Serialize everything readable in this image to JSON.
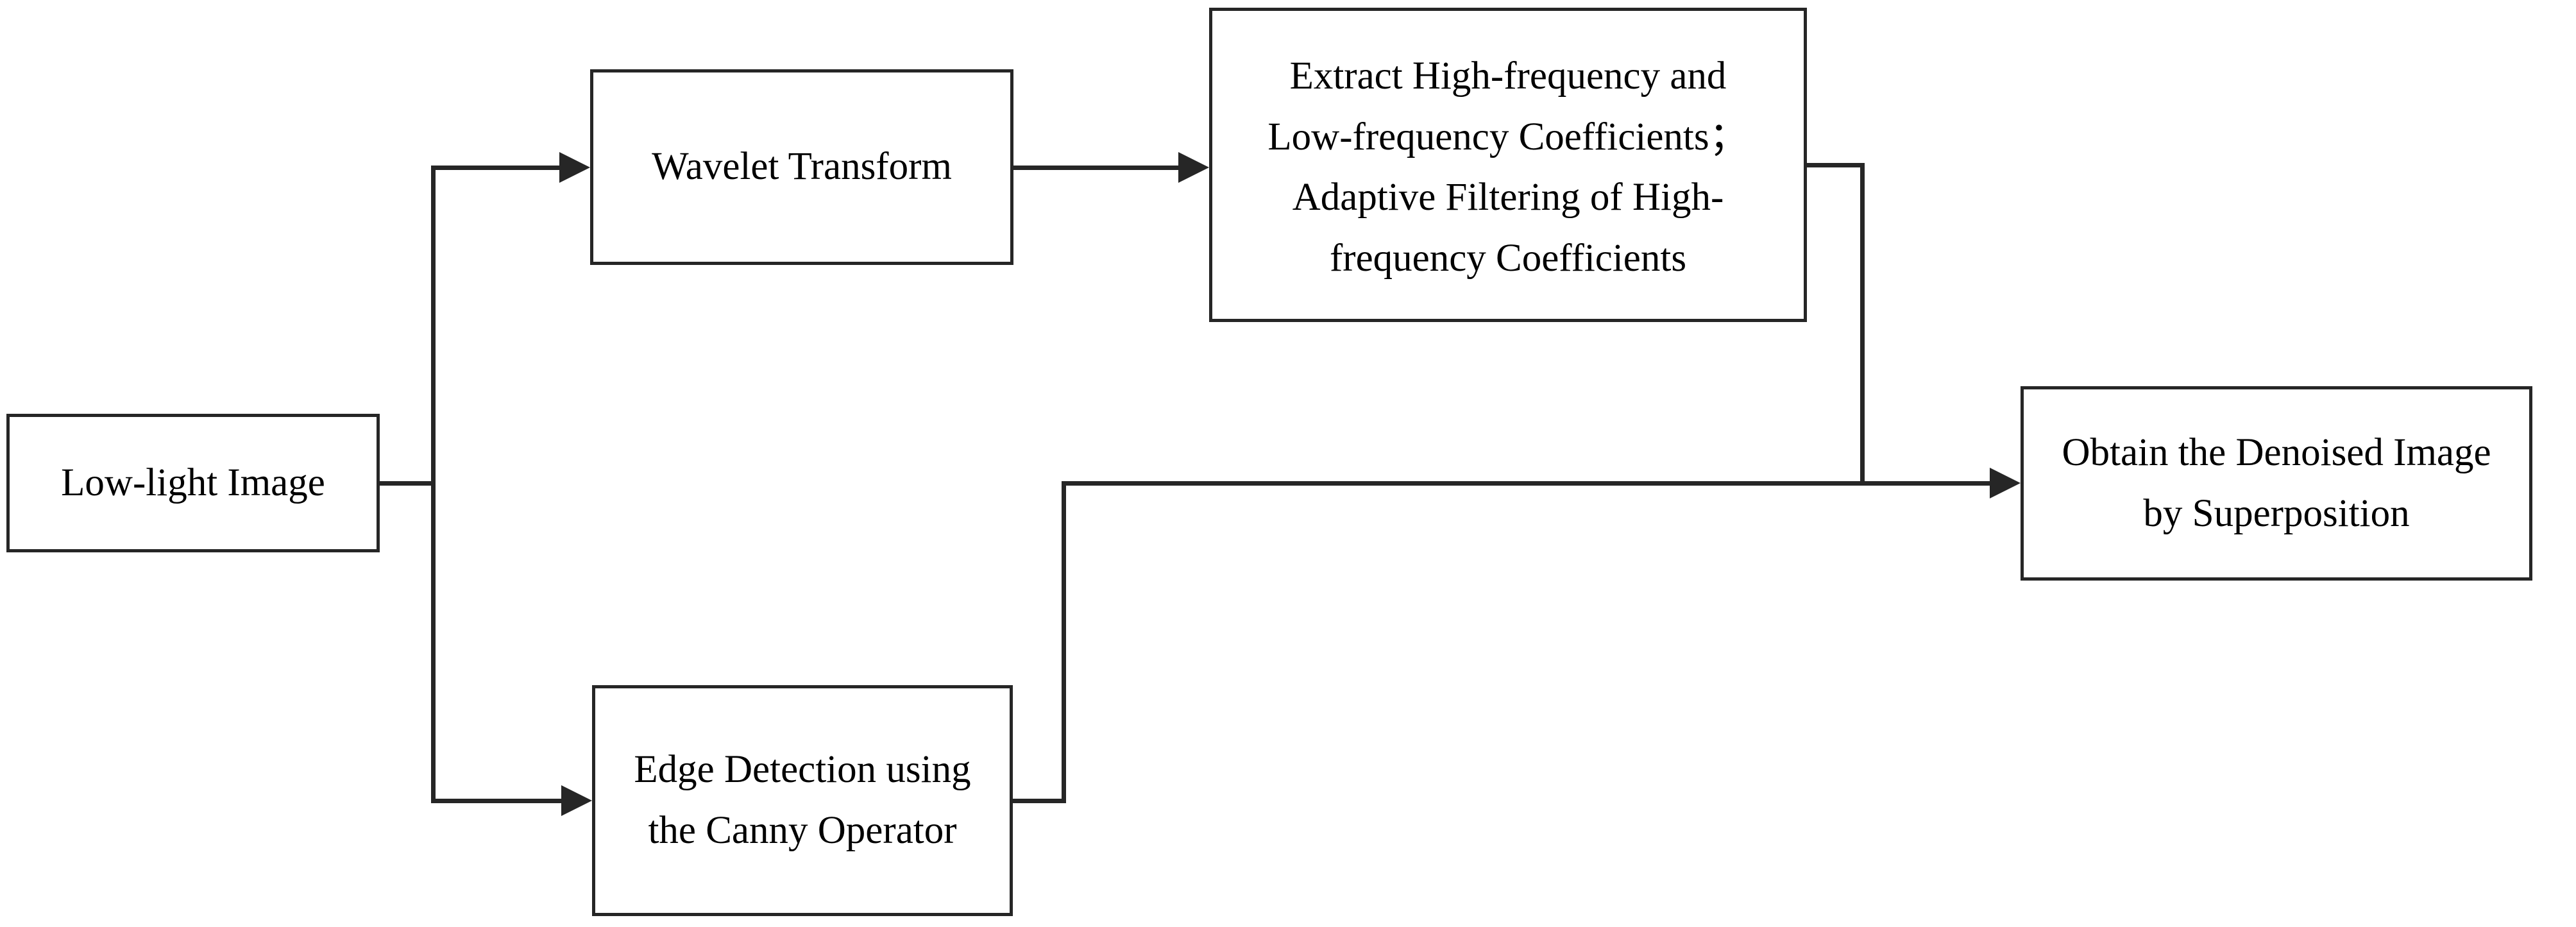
{
  "figure": {
    "type": "flowchart",
    "background_color": "#ffffff",
    "line_color": "#262626",
    "text_color": "#000000",
    "description": "Flow diagram of a low-light image denoising method combining wavelet-domain adaptive filtering with Canny edge detection"
  },
  "nodes": {
    "lowlight": {
      "label": "Low-light Image",
      "lines": [
        "Low-light Image"
      ]
    },
    "wavelet": {
      "label": "Wavelet Transform",
      "lines": [
        "Wavelet Transform"
      ]
    },
    "extract": {
      "label": "Extract High-frequency and Low-frequency Coefficients；Adaptive Filtering of High-frequency Coefficients",
      "lines": [
        "Extract High-frequency and",
        "Low-frequency Coefficients；",
        "Adaptive Filtering of High-",
        "frequency Coefficients"
      ]
    },
    "edge": {
      "label": "Edge Detection using the Canny Operator",
      "lines": [
        "Edge Detection using",
        "the Canny Operator"
      ]
    },
    "obtain": {
      "label": "Obtain the Denoised Image by Superposition",
      "lines": [
        "Obtain the Denoised Image",
        "by Superposition"
      ]
    }
  },
  "edges": [
    {
      "from": "lowlight",
      "to": "wavelet"
    },
    {
      "from": "lowlight",
      "to": "edge"
    },
    {
      "from": "wavelet",
      "to": "extract"
    },
    {
      "from": "extract",
      "to": "obtain"
    },
    {
      "from": "edge",
      "to": "obtain"
    }
  ]
}
